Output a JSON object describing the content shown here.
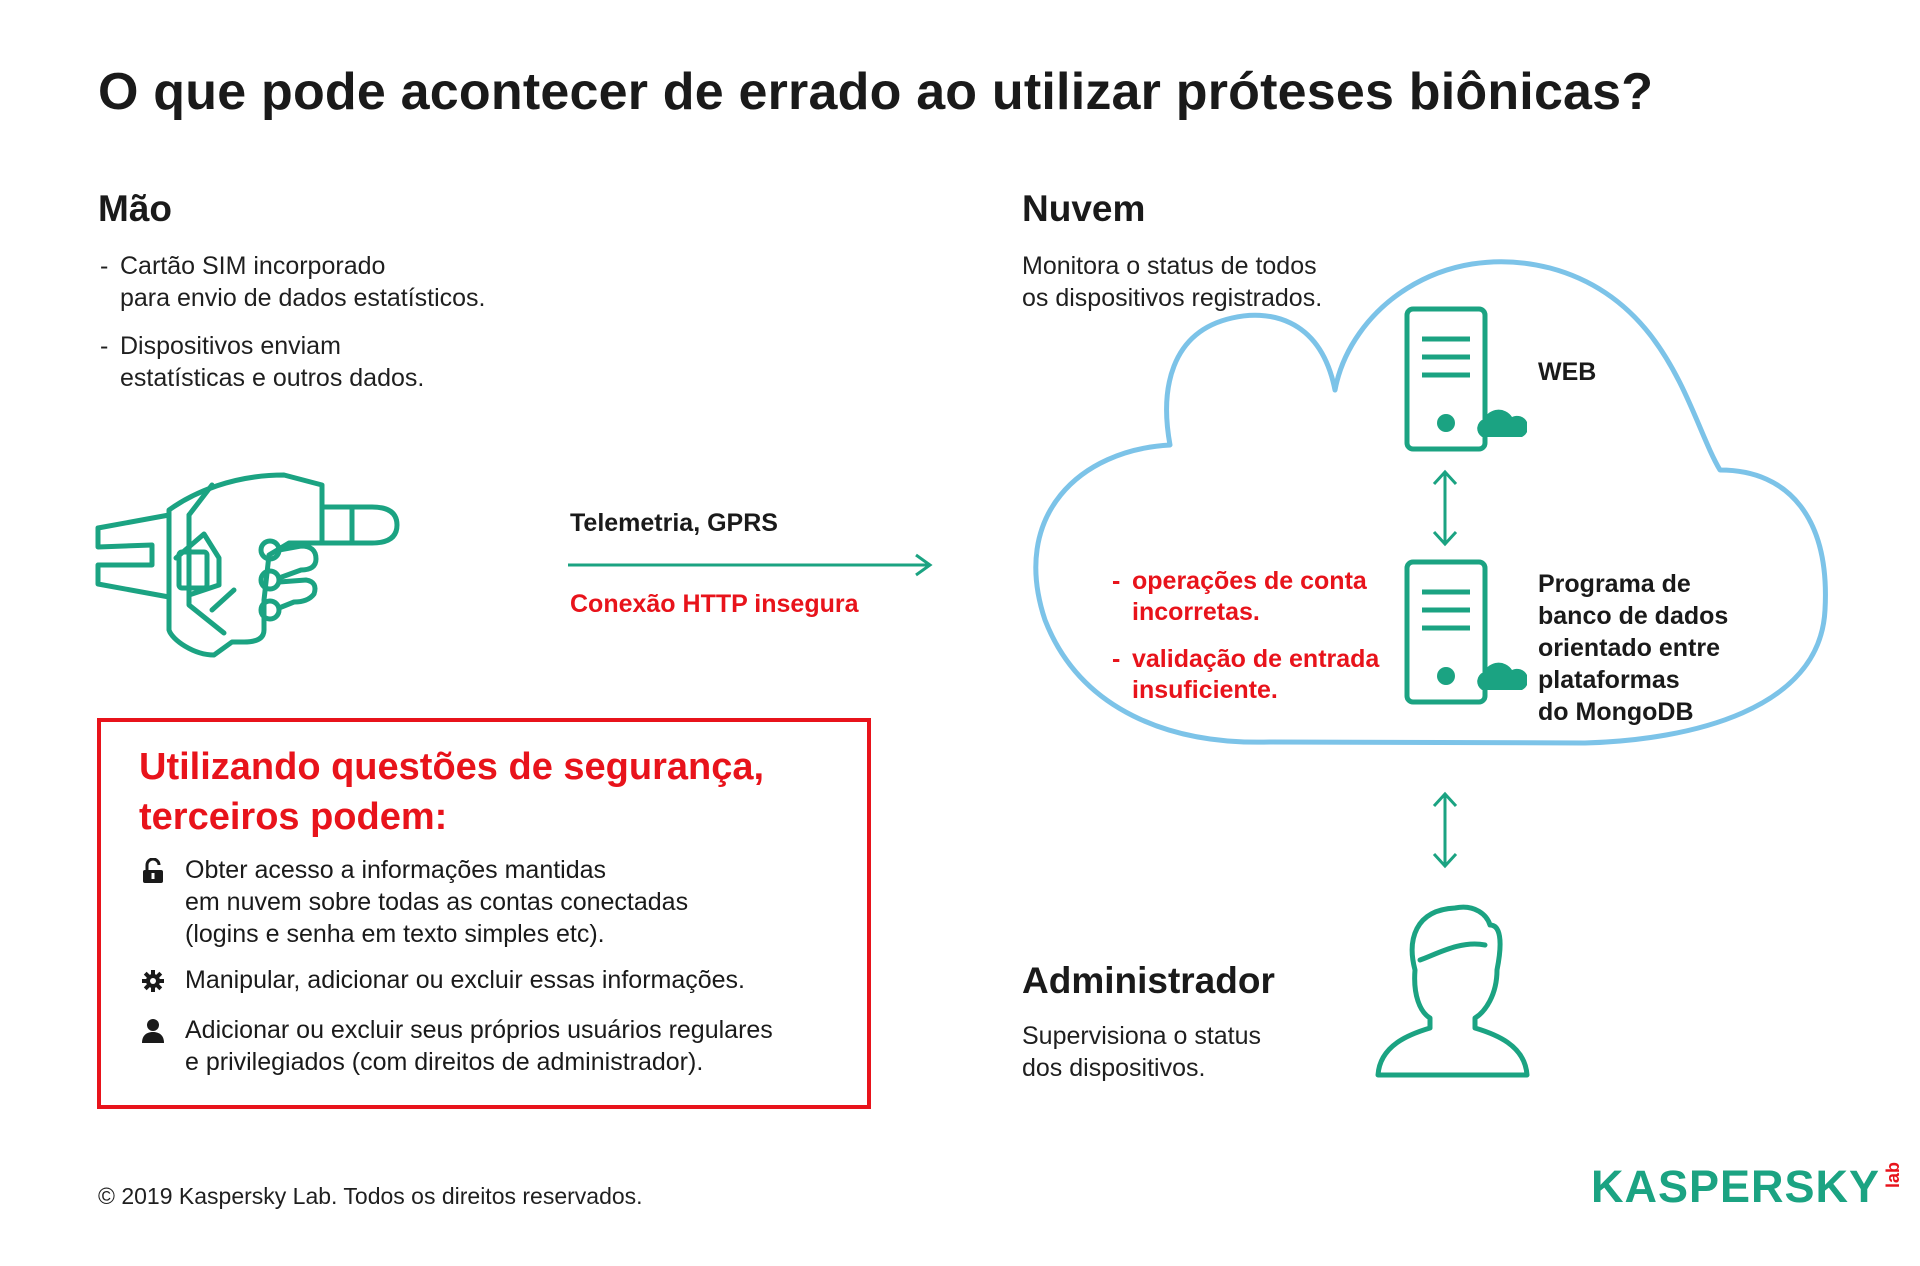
{
  "title": "O que pode acontecer de errado ao utilizar próteses biônicas?",
  "hand": {
    "heading": "Mão",
    "bullets": [
      "Cartão SIM incorporado\npara envio de dados estatísticos.",
      "Dispositivos enviam\nestatísticas e outros dados."
    ]
  },
  "connection": {
    "label": "Telemetria, GPRS",
    "risk": "Conexão HTTP insegura"
  },
  "cloud": {
    "heading": "Nuvem",
    "description": "Monitora o status de todos\nos dispositivos registrados.",
    "web_label": "WEB",
    "db_label": "Programa de\nbanco de dados\norientado entre\nplataformas\ndo MongoDB",
    "risks": [
      "operações de conta\nincorretas.",
      "validação de entrada\ninsuficiente."
    ]
  },
  "admin": {
    "heading": "Administrador",
    "description": "Supervisiona o status\ndos dispositivos."
  },
  "security_box": {
    "heading": "Utilizando questões de segurança,\nterceiros podem:",
    "items": [
      {
        "icon": "unlock-icon",
        "text": "Obter acesso a informações mantidas\nem nuvem sobre todas as contas conectadas\n(logins e senha em texto simples etc)."
      },
      {
        "icon": "gear-icon",
        "text": "Manipular, adicionar ou excluir essas informações."
      },
      {
        "icon": "user-icon",
        "text": "Adicionar ou excluir seus próprios usuários regulares\ne privilegiados (com direitos de administrador)."
      }
    ]
  },
  "footer": "© 2019 Kaspersky Lab. Todos os direitos reservados.",
  "logo": {
    "word": "KASPERSKY",
    "suffix": "lab"
  },
  "colors": {
    "accent_green": "#1ba382",
    "cloud_blue": "#7cc3e8",
    "alert_red": "#e8131b"
  }
}
